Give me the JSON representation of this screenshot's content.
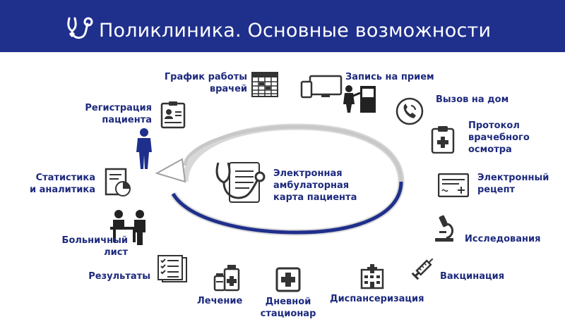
{
  "header": {
    "title": "Поликлиника. Основные возможности"
  },
  "center": {
    "line1": "Электронная",
    "line2": "амбулаторная",
    "line3": "карта пациента"
  },
  "features": {
    "schedule": [
      "График работы",
      "врачей"
    ],
    "appointment": [
      "Запись на прием"
    ],
    "home_call": [
      "Вызов на дом"
    ],
    "protocol": [
      "Протокол",
      "врачебного",
      "осмотра"
    ],
    "prescription": [
      "Электронный",
      "рецепт"
    ],
    "research": [
      "Исследования"
    ],
    "vaccination": [
      "Вакцинация"
    ],
    "dispensary": [
      "Диспансеризация"
    ],
    "day_hospital": [
      "Дневной",
      "стационар"
    ],
    "treatment": [
      "Лечение"
    ],
    "results": [
      "Результаты"
    ],
    "sick_leave": [
      "Больничный",
      "лист"
    ],
    "statistics": [
      "Статистика",
      "и аналитика"
    ],
    "registration": [
      "Регистрация",
      "пациента"
    ]
  },
  "colors": {
    "header_bg": "#1f2f8c",
    "label": "#1d2a7d",
    "icon": "#2b2b2b",
    "ring": "#1f2f8c"
  },
  "icons": [
    "stethoscope-heart-icon",
    "schedule-table-icon",
    "devices-icon",
    "person-at-kiosk-icon",
    "phone-call-icon",
    "clipboard-medical-icon",
    "prescription-icon",
    "microscope-icon",
    "syringe-icon",
    "hospital-building-icon",
    "first-aid-box-icon",
    "medicine-bottles-icon",
    "checklist-icon",
    "doctor-patient-icon",
    "statistics-document-icon",
    "patient-figure-icon",
    "id-card-icon",
    "stethoscope-document-icon"
  ]
}
